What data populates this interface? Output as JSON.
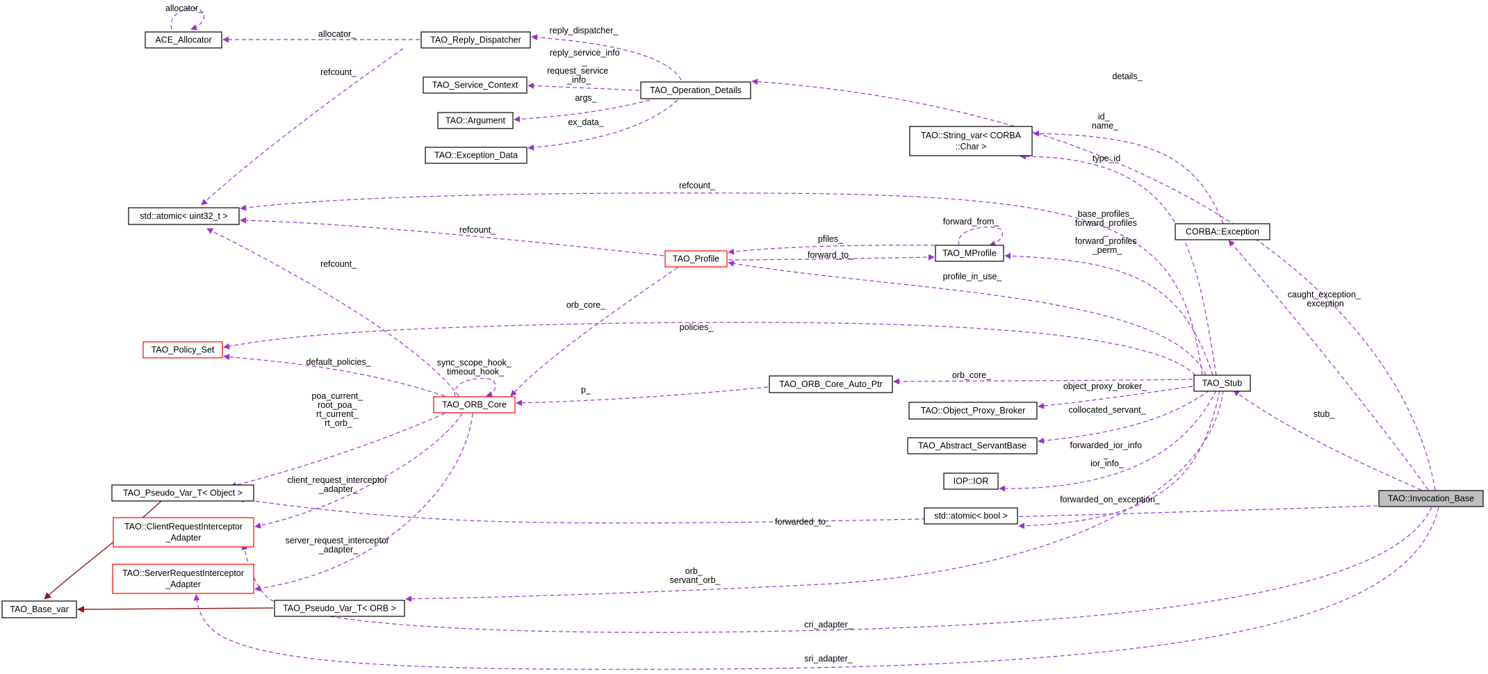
{
  "colors": {
    "dependency_edge": "#9a32cd",
    "inheritance_edge": "#8b1a1a",
    "highlight_fill": "#bfbfbf",
    "incomplete_node_border": "#ff0000"
  },
  "nodes": {
    "ace_allocator": [
      "ACE_Allocator"
    ],
    "reply_dispatcher": [
      "TAO_Reply_Dispatcher"
    ],
    "operation_details": [
      "TAO_Operation_Details"
    ],
    "service_context": [
      "TAO_Service_Context"
    ],
    "tao_argument": [
      "TAO::Argument"
    ],
    "exception_data": [
      "TAO::Exception_Data"
    ],
    "string_var": [
      "TAO::String_var< CORBA",
      "::Char >"
    ],
    "atomic_uint32": [
      "std::atomic< uint32_t >"
    ],
    "corba_exception": [
      "CORBA::Exception"
    ],
    "tao_profile": [
      "TAO_Profile"
    ],
    "tao_mprofile": [
      "TAO_MProfile"
    ],
    "policy_set": [
      "TAO_Policy_Set"
    ],
    "orb_core": [
      "TAO_ORB_Core"
    ],
    "orb_core_auto_ptr": [
      "TAO_ORB_Core_Auto_Ptr"
    ],
    "tao_stub": [
      "TAO_Stub"
    ],
    "object_proxy_broker": [
      "TAO::Object_Proxy_Broker"
    ],
    "abstract_servant_base": [
      "TAO_Abstract_ServantBase"
    ],
    "iop_ior": [
      "IOP::IOR"
    ],
    "atomic_bool": [
      "std::atomic< bool >"
    ],
    "pseudo_var_object": [
      "TAO_Pseudo_Var_T< Object >"
    ],
    "client_request_interceptor_adapter": [
      "TAO::ClientRequestInterceptor",
      "_Adapter"
    ],
    "server_request_interceptor_adapter": [
      "TAO::ServerRequestInterceptor",
      "_Adapter"
    ],
    "tao_base_var": [
      "TAO_Base_var"
    ],
    "pseudo_var_orb": [
      "TAO_Pseudo_Var_T< ORB >"
    ],
    "invocation_base": [
      "TAO::Invocation_Base"
    ]
  },
  "edges": {
    "allocator_self": [
      "allocator_"
    ],
    "allocator": [
      "allocator_"
    ],
    "reply_dispatcher": [
      "reply_dispatcher_"
    ],
    "reply_service_info": [
      "reply_service_info",
      "_",
      "request_service",
      "_info_"
    ],
    "args": [
      "args_"
    ],
    "ex_data": [
      "ex_data_"
    ],
    "details": [
      "details_"
    ],
    "id_name": [
      "id_",
      "name_"
    ],
    "type_id": [
      "type_id"
    ],
    "refcount_dispatcher": [
      "refcount_"
    ],
    "refcount_stub": [
      "refcount_"
    ],
    "refcount_profile": [
      "refcount_"
    ],
    "refcount_orb_core": [
      "refcount_"
    ],
    "pfiles": [
      "pfiles_"
    ],
    "forward_to": [
      "forward_to_"
    ],
    "forward_from": [
      "forward_from_"
    ],
    "forward_profiles": [
      "base_profiles_",
      "forward_profiles",
      "_",
      "forward_profiles",
      "_perm_"
    ],
    "profile_in_use": [
      "profile_in_use_"
    ],
    "caught_exception": [
      "caught_exception_",
      "exception"
    ],
    "orb_core_profile": [
      "orb_core_"
    ],
    "policies": [
      "policies_"
    ],
    "default_policies": [
      "default_policies_"
    ],
    "sync_scope_hook": [
      "sync_scope_hook_",
      "timeout_hook_"
    ],
    "orb_core_stub": [
      "orb_core_"
    ],
    "p": [
      "p_"
    ],
    "object_proxy_broker": [
      "object_proxy_broker_"
    ],
    "collocated_servant": [
      "collocated_servant_"
    ],
    "forwarded_ior_info": [
      "forwarded_ior_info",
      "_",
      "ior_info_"
    ],
    "forwarded_on_exception": [
      "forwarded_on_exception_"
    ],
    "stub": [
      "stub_"
    ],
    "poa_current": [
      "poa_current_",
      "root_poa_",
      "rt_current_",
      "rt_orb_"
    ],
    "client_request_interceptor": [
      "client_request_interceptor",
      "_adapter_"
    ],
    "server_request_interceptor": [
      "server_request_interceptor",
      "_adapter_"
    ],
    "forwarded_to": [
      "forwarded_to_"
    ],
    "orb_servant_orb": [
      "orb_",
      "servant_orb_"
    ],
    "cri_adapter": [
      "cri_adapter_"
    ],
    "sri_adapter": [
      "sri_adapter_"
    ]
  }
}
